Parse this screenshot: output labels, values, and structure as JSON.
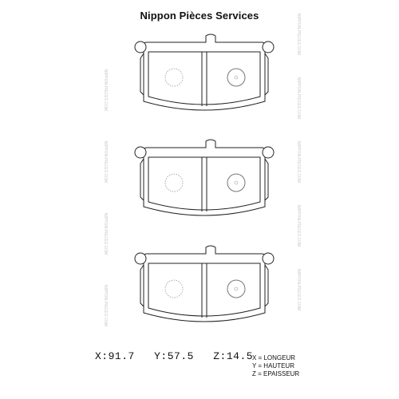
{
  "header": {
    "title": "Nippon Pièces Services"
  },
  "watermark": {
    "text": "NIPPON-PIECES.COM"
  },
  "dimensions": {
    "x": "X:91.7",
    "y": "Y:57.5",
    "z": "Z:14.5"
  },
  "legend": {
    "x": "X = LONGEUR",
    "y": "Y = HAUTEUR",
    "z": "Z = EPAISSEUR"
  }
}
